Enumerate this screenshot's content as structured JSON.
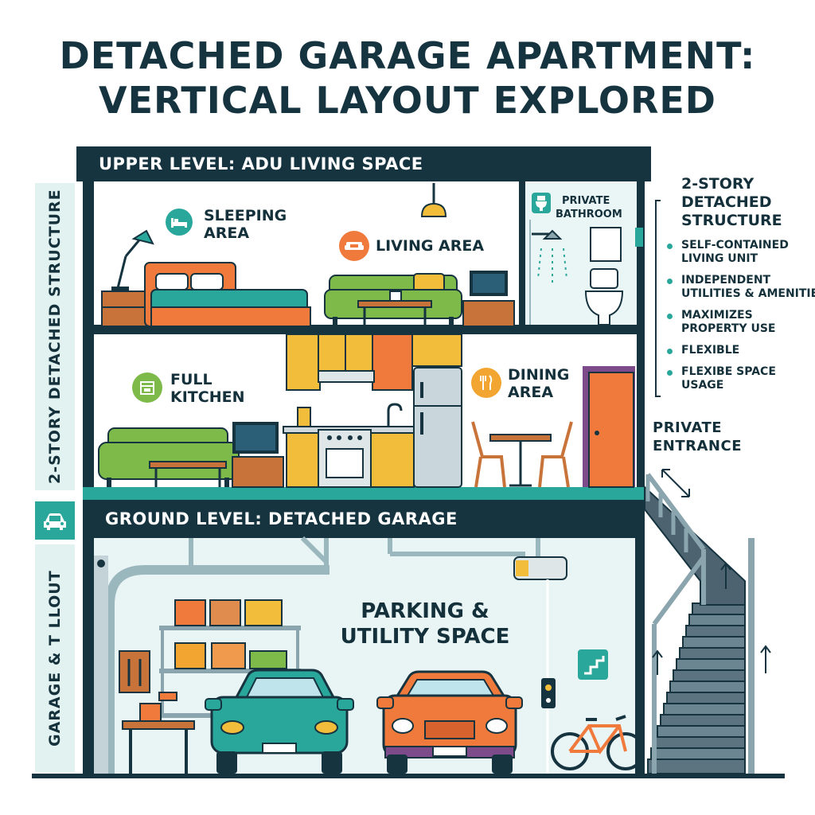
{
  "title_line1": "DETACHED GARAGE APARTMENT:",
  "title_line2": "VERTICAL LAYOUT EXPLORED",
  "upper_band": "UPPER LEVEL: ADU LIVING SPACE",
  "ground_band": "GROUND LEVEL: DETACHED GARAGE",
  "left_rail": {
    "upper_label": "2-STORY DETACHED STRUCTURE",
    "lower_label": "GARAGE & T LLOUT"
  },
  "rooms": {
    "sleeping": {
      "line1": "SLEEPING",
      "line2": "AREA",
      "icon": "bed-icon"
    },
    "living": {
      "label": "LIVING AREA",
      "icon": "sofa-icon"
    },
    "bathroom": {
      "line1": "PRIVATE",
      "line2": "BATHROOM",
      "icon": "toilet-icon"
    },
    "kitchen": {
      "line1": "FULL",
      "line2": "KITCHEN",
      "icon": "stove-icon"
    },
    "dining": {
      "line1": "DINING",
      "line2": "AREA",
      "icon": "cutlery-icon"
    }
  },
  "garage": {
    "line1": "PARKING &",
    "line2": "UTILITY SPACE"
  },
  "sidebar": {
    "heading_line1": "2-STORY",
    "heading_line2": "DETACHED",
    "heading_line3": "STRUCTURE",
    "items": [
      {
        "line1": "SELF-CONTAINED",
        "line2": "LIVING UNIT"
      },
      {
        "line1": "INDEPENDENT",
        "line2": "UTILITIES & AMENITIE"
      },
      {
        "line1": "MAXIMIZES",
        "line2": "PROPERTY USE"
      },
      {
        "line1": "FLEXIBLE",
        "line2": ""
      },
      {
        "line1": "FLEXIBE SPACE",
        "line2": "USAGE"
      }
    ]
  },
  "entrance": {
    "line1": "PRIVATE",
    "line2": "ENTRANCE"
  },
  "colors": {
    "navy": "#163440",
    "teal": "#2aa79b",
    "orange": "#ef7a3c",
    "green": "#7dba4a",
    "yellow": "#f2bd3a"
  }
}
